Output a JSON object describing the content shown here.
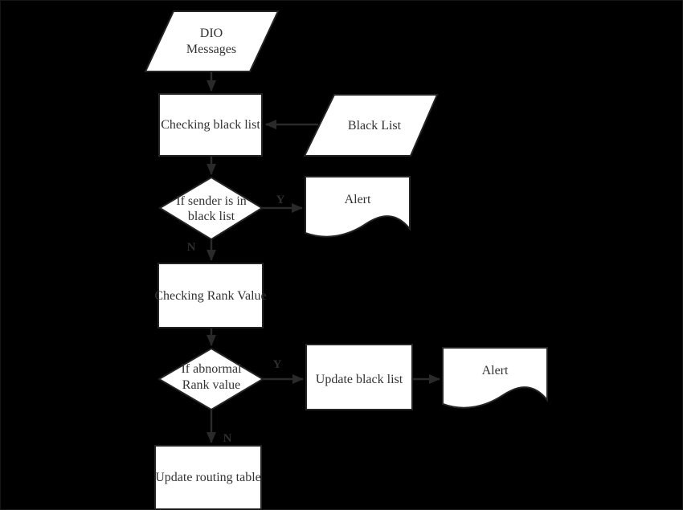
{
  "diagram": {
    "title": "DIO message black-list checking flowchart",
    "colors": {
      "background": "#000000",
      "shape_fill": "#ffffff",
      "shape_stroke": "#242424",
      "edge_color": "#2a2a2a",
      "text_color": "#333333"
    },
    "nodes": [
      {
        "id": "dio-messages",
        "type": "parallelogram",
        "lines": [
          "DIO",
          "Messages"
        ]
      },
      {
        "id": "checking-black-list",
        "type": "process",
        "lines": [
          "Checking black list"
        ]
      },
      {
        "id": "black-list",
        "type": "parallelogram",
        "lines": [
          "Black List"
        ]
      },
      {
        "id": "if-sender-in-black-list",
        "type": "decision",
        "lines": [
          "If sender is in",
          "black list"
        ]
      },
      {
        "id": "alert-1",
        "type": "document",
        "lines": [
          "Alert"
        ]
      },
      {
        "id": "checking-rank-value",
        "type": "process",
        "lines": [
          "Checking Rank Value"
        ]
      },
      {
        "id": "if-abnormal-rank-value",
        "type": "decision",
        "lines": [
          "If abnormal",
          "Rank value"
        ]
      },
      {
        "id": "update-black-list",
        "type": "process",
        "lines": [
          "Update black list"
        ]
      },
      {
        "id": "alert-2",
        "type": "document",
        "lines": [
          "Alert"
        ]
      },
      {
        "id": "update-routing-table",
        "type": "process",
        "lines": [
          "Update routing table"
        ]
      }
    ],
    "edges": [
      {
        "from": "dio-messages",
        "to": "checking-black-list",
        "label": ""
      },
      {
        "from": "black-list",
        "to": "checking-black-list",
        "label": ""
      },
      {
        "from": "checking-black-list",
        "to": "if-sender-in-black-list",
        "label": ""
      },
      {
        "from": "if-sender-in-black-list",
        "to": "alert-1",
        "label": "Y"
      },
      {
        "from": "if-sender-in-black-list",
        "to": "checking-rank-value",
        "label": "N"
      },
      {
        "from": "checking-rank-value",
        "to": "if-abnormal-rank-value",
        "label": ""
      },
      {
        "from": "if-abnormal-rank-value",
        "to": "update-black-list",
        "label": "Y"
      },
      {
        "from": "update-black-list",
        "to": "alert-2",
        "label": ""
      },
      {
        "from": "if-abnormal-rank-value",
        "to": "update-routing-table",
        "label": "N"
      }
    ]
  }
}
